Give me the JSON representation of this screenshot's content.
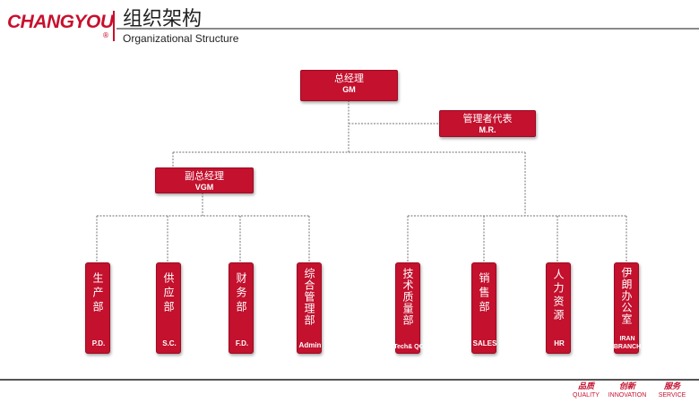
{
  "header": {
    "logo_text": "CHANGYOU",
    "logo_reg": "®",
    "title_cn": "组织架构",
    "title_en": "Organizational Structure"
  },
  "org": {
    "gm": {
      "cn": "总经理",
      "en": "GM"
    },
    "mr": {
      "cn": "管理者代表",
      "en": "M.R."
    },
    "vgm": {
      "cn": "副总经理",
      "en": "VGM"
    },
    "departments": [
      {
        "cn": "生产部",
        "en": "P.D."
      },
      {
        "cn": "供应部",
        "en": "S.C."
      },
      {
        "cn": "财务部",
        "en": "F.D."
      },
      {
        "cn": "综合管理部",
        "en": "Admin"
      },
      {
        "cn": "技术质量部",
        "en": "Tech& QC"
      },
      {
        "cn": "销售部",
        "en": "SALES"
      },
      {
        "cn": "人力资源",
        "en": "HR"
      },
      {
        "cn": "伊朗办公室",
        "en": "IRAN BRANCH"
      }
    ]
  },
  "footer": {
    "slogans": [
      {
        "cn": "品质",
        "en": "QUALITY"
      },
      {
        "cn": "创新",
        "en": "INNOVATION"
      },
      {
        "cn": "服务",
        "en": "SERVICE"
      }
    ]
  },
  "colors": {
    "brand_red": "#c3112e",
    "connector": "#8c8c8c"
  }
}
